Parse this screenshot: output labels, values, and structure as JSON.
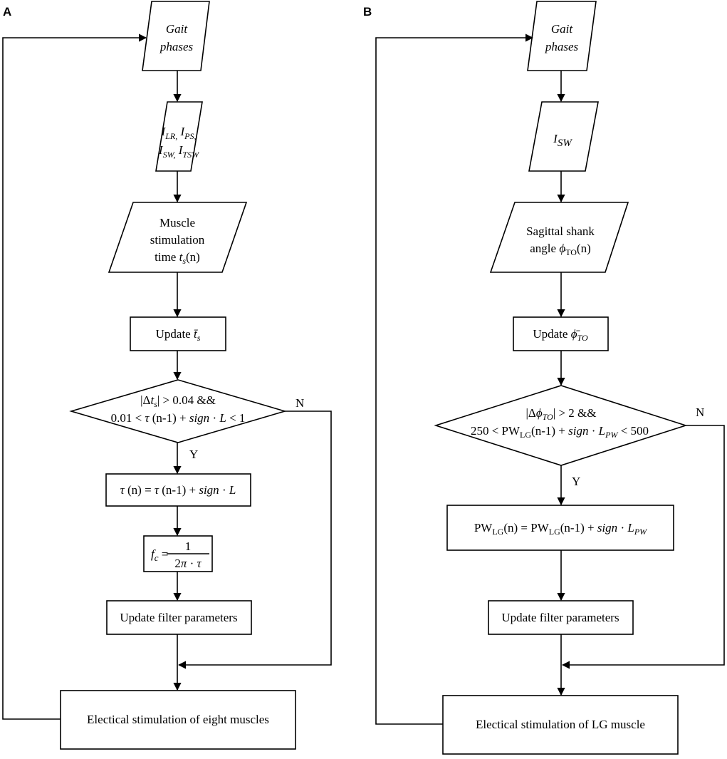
{
  "panels": [
    {
      "id": "A",
      "label": "A",
      "gait_phases": [
        "Gait",
        "phases"
      ],
      "intervals": {
        "line1": [
          {
            "base": "I",
            "sub": "LR,",
            "italic": true
          },
          {
            "text": " "
          },
          {
            "base": "I",
            "sub": "PS,",
            "italic": true
          }
        ],
        "line2": [
          {
            "base": "I",
            "sub": "SW,",
            "italic": true
          },
          {
            "text": " "
          },
          {
            "base": "I",
            "sub": "TSW",
            "italic": true
          }
        ]
      },
      "measure": [
        "Muscle",
        "stimulation",
        "time t_s(n)"
      ],
      "update_mean": "Update t̄_s",
      "decision": {
        "line1": "|Δt_s| > 0.04  &&",
        "line2": "0.01 < τ (n-1) + sign · L < 1",
        "yes": "Y",
        "no": "N"
      },
      "update_param": "τ (n) = τ (n-1) + sign · L",
      "cutoff": {
        "lhs": "f_c =",
        "numerator": "1",
        "denominator": "2π · τ"
      },
      "update_filter": "Update filter parameters",
      "stimulation": "Electical stimulation of eight muscles"
    },
    {
      "id": "B",
      "label": "B",
      "gait_phases": [
        "Gait",
        "phases"
      ],
      "interval": "I_SW",
      "measure": [
        "Sagittal shank",
        "angle ϕ_TO(n)"
      ],
      "update_mean": "Update ϕ̄_TO",
      "decision": {
        "line1": "|Δϕ_TO| > 2  &&",
        "line2": "250 <  PW_LG(n-1) + sign · L_PW < 500",
        "yes": "Y",
        "no": "N"
      },
      "update_param": "PW_LG(n) = PW_LG(n-1) + sign · L_PW",
      "update_filter": "Update filter parameters",
      "stimulation": "Electical stimulation of LG muscle"
    }
  ]
}
